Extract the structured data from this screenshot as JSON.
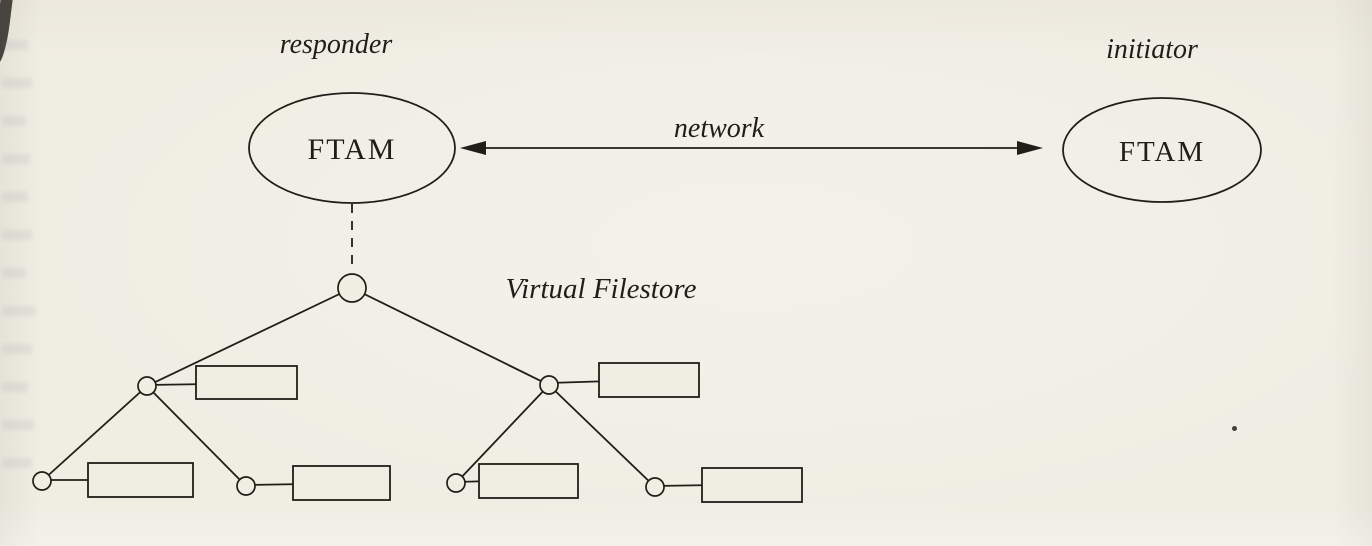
{
  "page": {
    "background_color": "#f0ede3",
    "ink_color": "#211e1a"
  },
  "diagram": {
    "responder": {
      "role_label": "responder",
      "entity_label": "FTAM"
    },
    "initiator": {
      "role_label": "initiator",
      "entity_label": "FTAM"
    },
    "network_label": "network",
    "filestore_label": "Virtual Filestore"
  }
}
